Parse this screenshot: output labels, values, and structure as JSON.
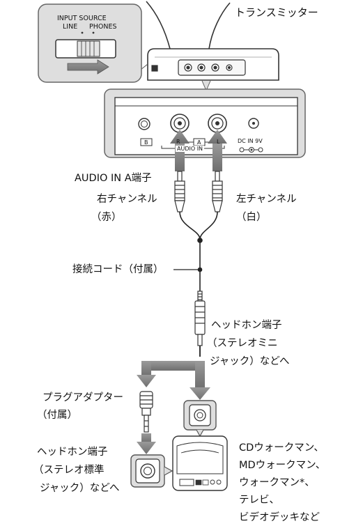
{
  "transmitter": {
    "label": "トランスミッター"
  },
  "switch_panel": {
    "title": "INPUT SOURCE",
    "options": [
      "LINE",
      "PHONES"
    ]
  },
  "jack_panel": {
    "jack_b": "B",
    "jack_a": "A",
    "channel_r": "R",
    "channel_l": "L",
    "audio_in": "AUDIO IN",
    "dc_in": "DC IN 9V"
  },
  "labels": {
    "audio_in_a": "AUDIO IN A端子",
    "right_channel": "右チャンネル",
    "right_color": "（赤）",
    "left_channel": "左チャンネル",
    "left_color": "（白）",
    "cord": "接続コード（付属）",
    "headphone_mini_1": "ヘッドホン端子",
    "headphone_mini_2": "（ステレオミニ",
    "headphone_mini_3": "ジャック）などへ",
    "adapter_1": "プラグアダプター",
    "adapter_2": "（付属）",
    "headphone_std_1": "ヘッドホン端子",
    "headphone_std_2": "（ステレオ標準",
    "headphone_std_3": "ジャック）などへ",
    "devices": [
      "CDウォークマン、",
      "MDウォークマン、",
      "ウォークマン*、",
      "テレビ、",
      "ビデオデッキなど"
    ]
  }
}
